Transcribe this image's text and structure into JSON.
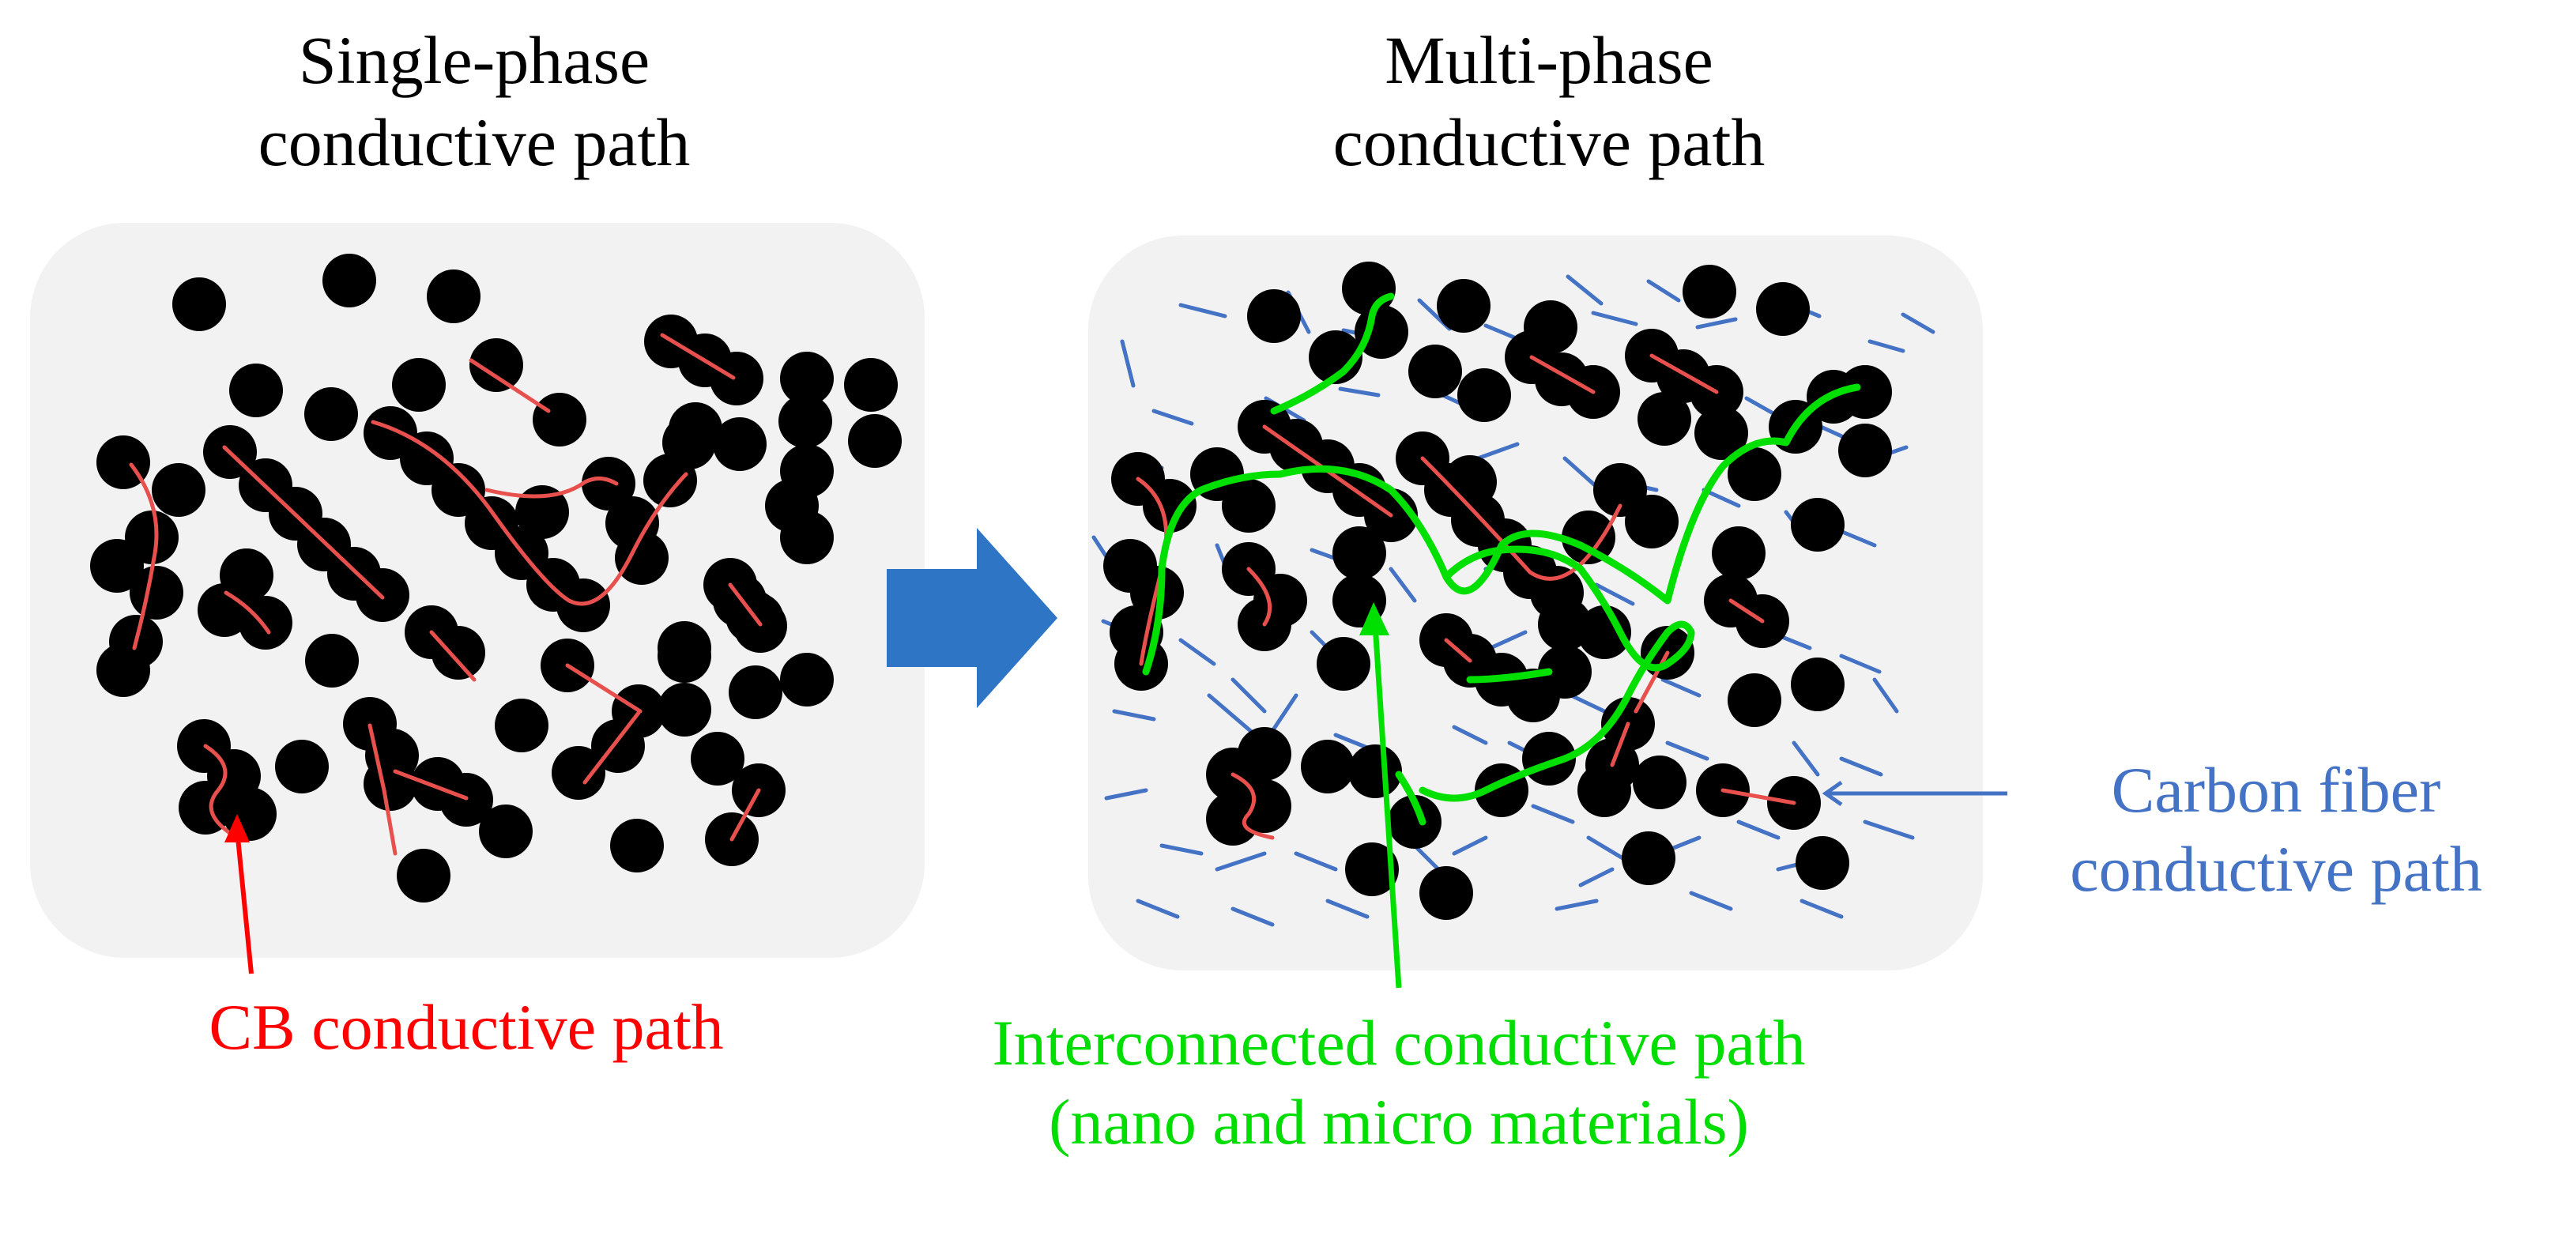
{
  "panels": {
    "left": {
      "title_line1": "Single-phase",
      "title_line2": "conductive path"
    },
    "right": {
      "title_line1": "Multi-phase",
      "title_line2": "conductive path"
    }
  },
  "labels": {
    "cb_path": "CB conductive path",
    "interconnected_line1": "Interconnected conductive path",
    "interconnected_line2": "(nano and micro materials)",
    "carbon_fiber_line1": "Carbon fiber",
    "carbon_fiber_line2": "conductive path"
  },
  "colors": {
    "panel_bg": "#f2f2f2",
    "particle": "#000000",
    "cb_path": "#e8504d",
    "cb_label": "#ff0000",
    "interconnected": "#00e000",
    "interconnected_label": "#00dd00",
    "fiber": "#4472c4",
    "arrow": "#2e75c6"
  }
}
